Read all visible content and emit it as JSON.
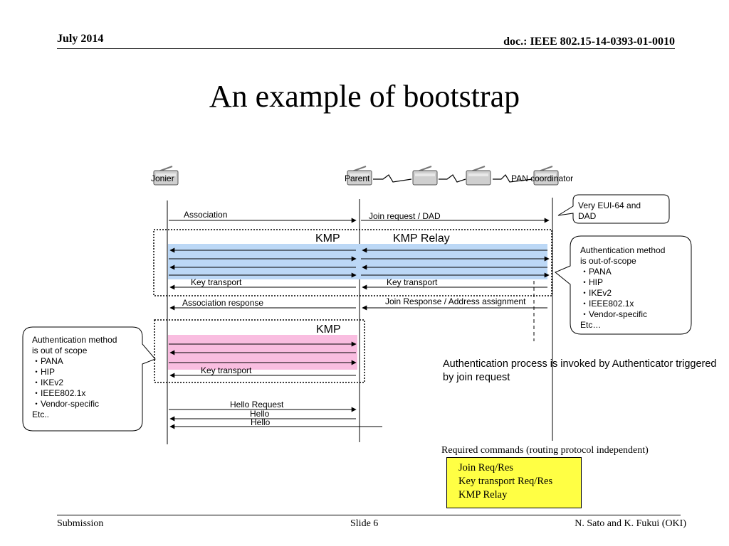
{
  "header": {
    "date": "July 2014",
    "doc": "doc.: IEEE 802.15-14-0393-01-0010"
  },
  "title": "An example of bootstrap",
  "nodes": {
    "joiner": "Jonier",
    "parent": "Parent",
    "coordinator": "PAN coordinator"
  },
  "messages": {
    "association": "Association",
    "join_request": "Join request / DAD",
    "kmp": "KMP",
    "kmp_relay": "KMP Relay",
    "key_transport_left": "Key transport",
    "key_transport_right": "Key transport",
    "association_response": "Association response",
    "join_response": "Join Response / Address assignment",
    "kmp_lower": "KMP",
    "key_transport_lower": "Key transport",
    "hello_request": "Hello Request",
    "hello_1": "Hello",
    "hello_2": "Hello"
  },
  "callouts": {
    "eui": [
      "Very EUI-64 and",
      "DAD"
    ],
    "auth_right": [
      "Authentication method",
      "is out-of-scope",
      "・PANA",
      "・HIP",
      "・IKEv2",
      "・IEEE802.1x",
      "・Vendor-specific",
      "Etc…"
    ],
    "auth_left": [
      "Authentication method",
      "is out of scope",
      "・PANA",
      "・HIP",
      "・IKEv2",
      "・IEEE802.1x",
      "・Vendor-specific",
      "Etc.."
    ]
  },
  "note": "Authentication process is invoked by Authenticator triggered by join request",
  "required": {
    "title": "Required commands (routing protocol independent)",
    "items": [
      "Join Req/Res",
      "Key transport Req/Res",
      "KMP Relay"
    ]
  },
  "footer": {
    "left": "Submission",
    "center": "Slide 6",
    "right": "N. Sato and K. Fukui (OKI)"
  },
  "colors": {
    "kmp_band": "#bcd8f6",
    "kmp_lower_band": "#f9bde0",
    "required_box": "#ffff44"
  }
}
